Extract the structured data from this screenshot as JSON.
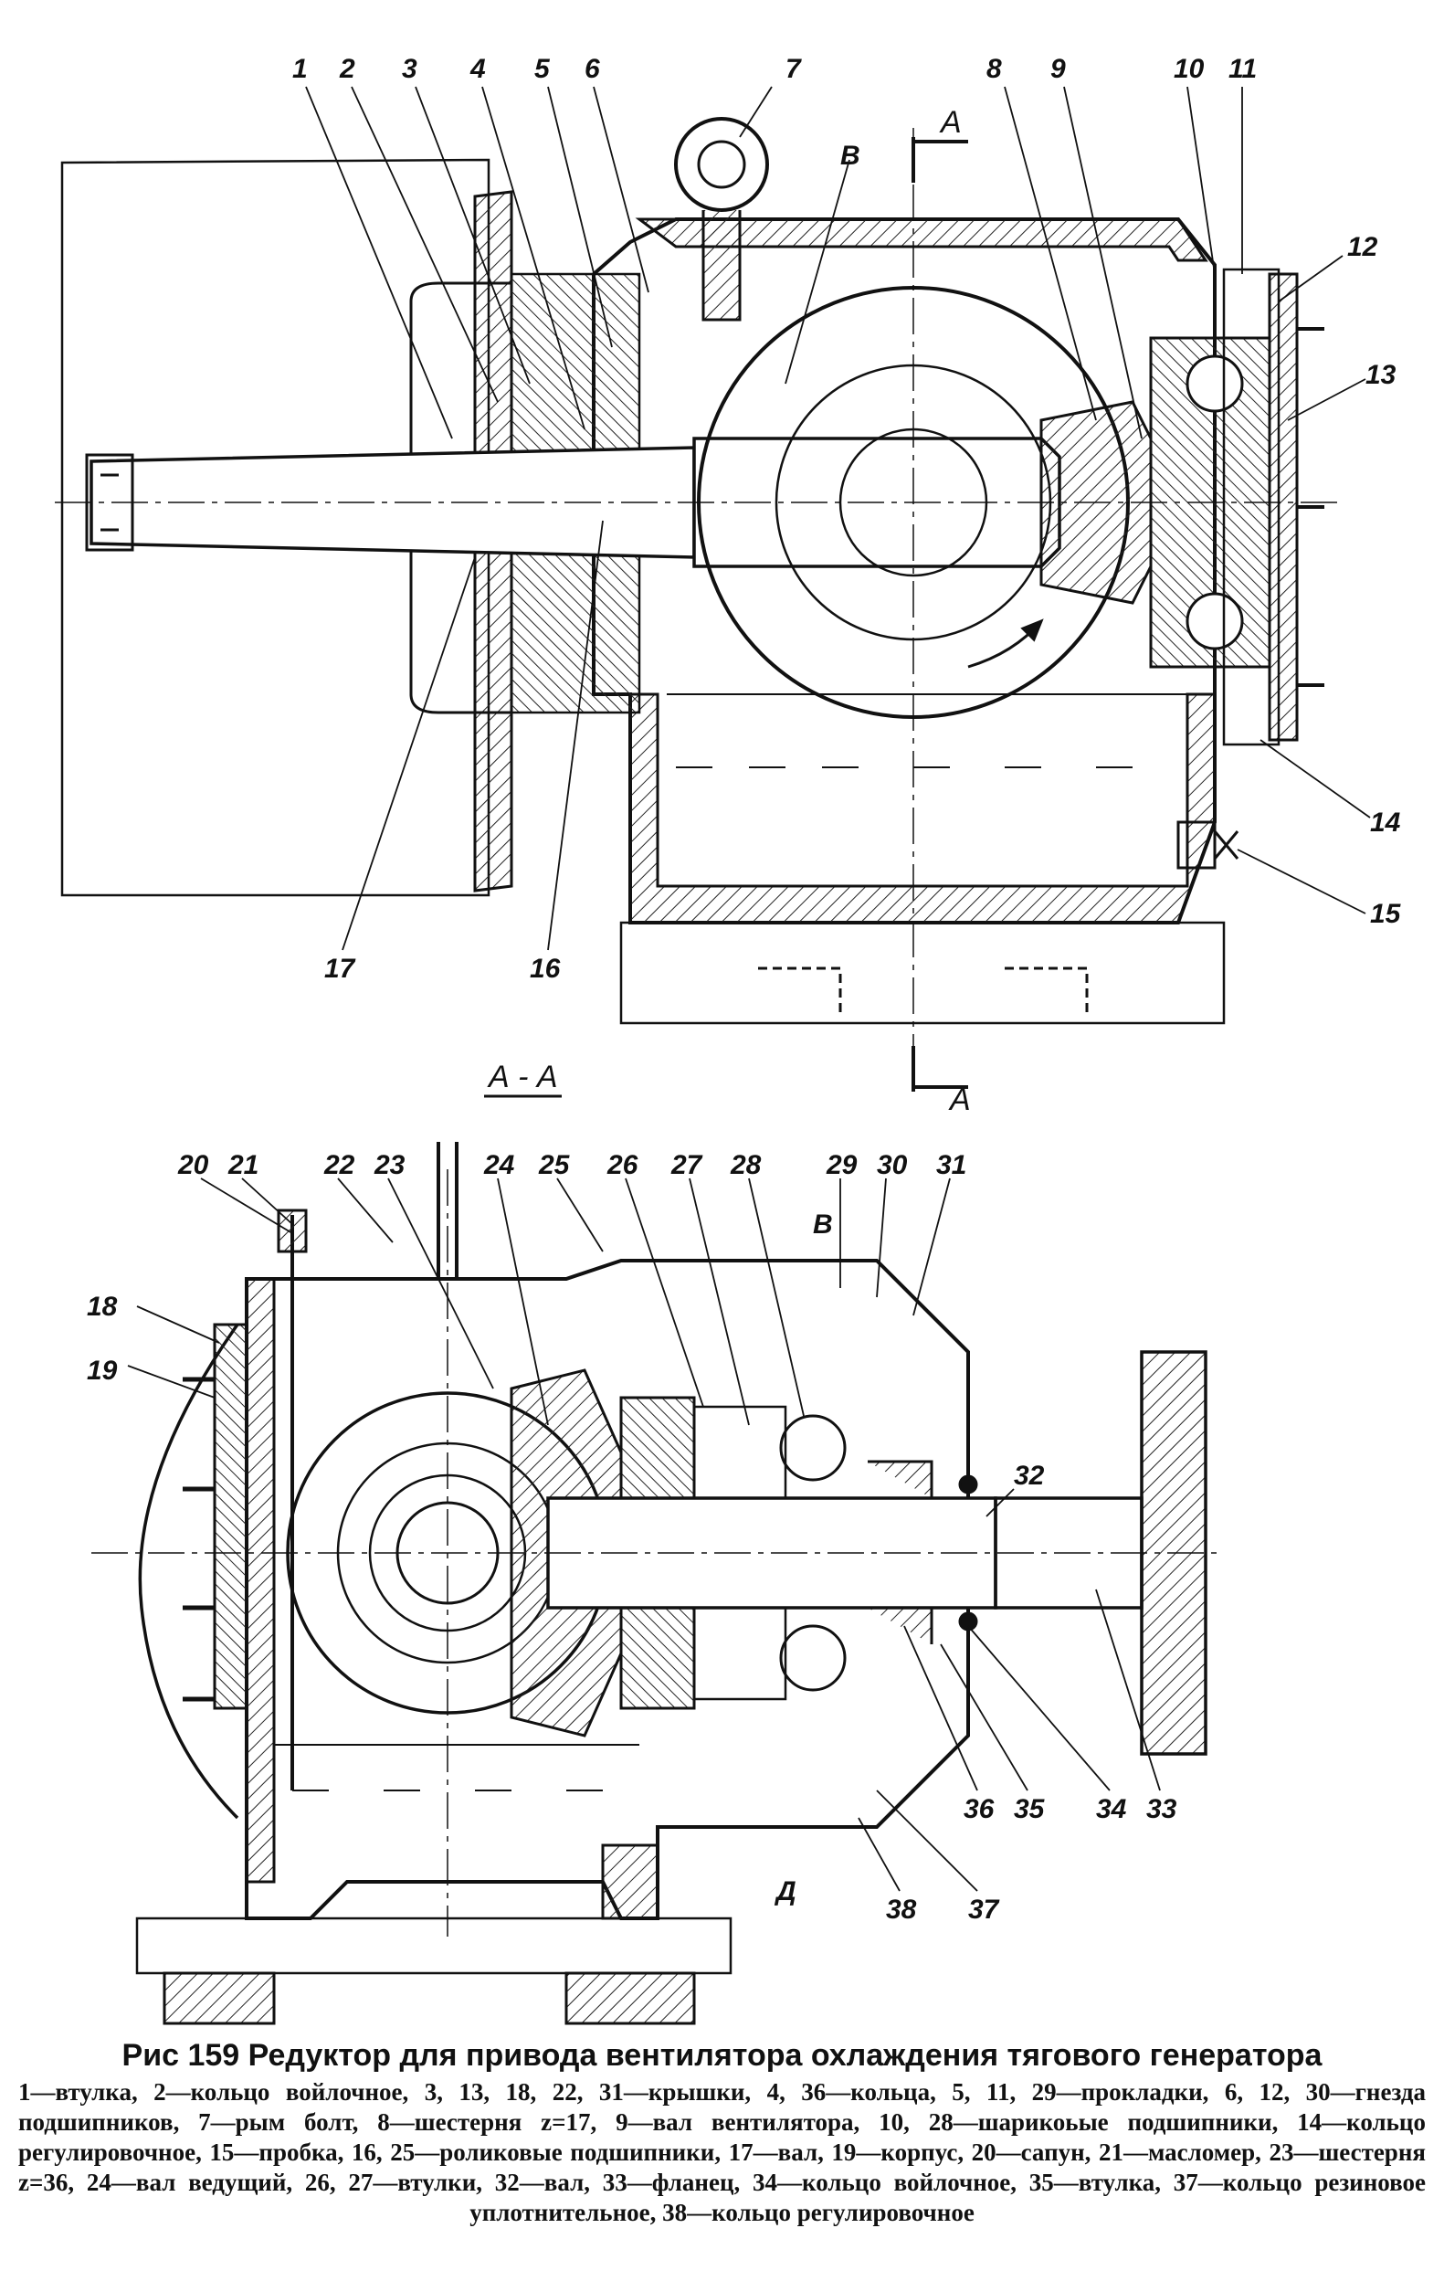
{
  "figure": {
    "caption_title": "Рис 159 Редуктор для привода вентилятора охлаждения тягового генератора",
    "caption_text": "1—втулка, 2—кольцо войлочное, 3, 13, 18, 22, 31—крышки, 4, 36—кольца, 5, 11, 29—прокладки, 6, 12, 30—гнезда подшипников, 7—рым болт, 8—шестерня z=17, 9—вал вентилятора, 10, 28—шарикоьые подшипники, 14—кольцо регулировочное, 15—пробка, 16, 25—роликовые подшипники, 17—вал, 19—корпус, 20—сапун, 21—масломер, 23—шестерня z=36, 24—вал ведущий, 26, 27—втулки, 32—вал, 33—фланец, 34—кольцо войлочное, 35—втулка, 37—кольцо резиновое уплотнительное, 38—кольцо регулировочное"
  },
  "top_view": {
    "labels": [
      "1",
      "2",
      "3",
      "4",
      "5",
      "6",
      "7",
      "8",
      "9",
      "10",
      "11",
      "12",
      "13",
      "14",
      "15",
      "16",
      "17"
    ],
    "cut_marks": [
      "A",
      "A"
    ],
    "detail": "B"
  },
  "section_view": {
    "title": "А - А",
    "labels": [
      "18",
      "19",
      "20",
      "21",
      "22",
      "23",
      "24",
      "25",
      "26",
      "27",
      "28",
      "29",
      "30",
      "31",
      "32",
      "33",
      "34",
      "35",
      "36",
      "37",
      "38"
    ],
    "detail_b": "B",
    "detail_d": "Д"
  }
}
